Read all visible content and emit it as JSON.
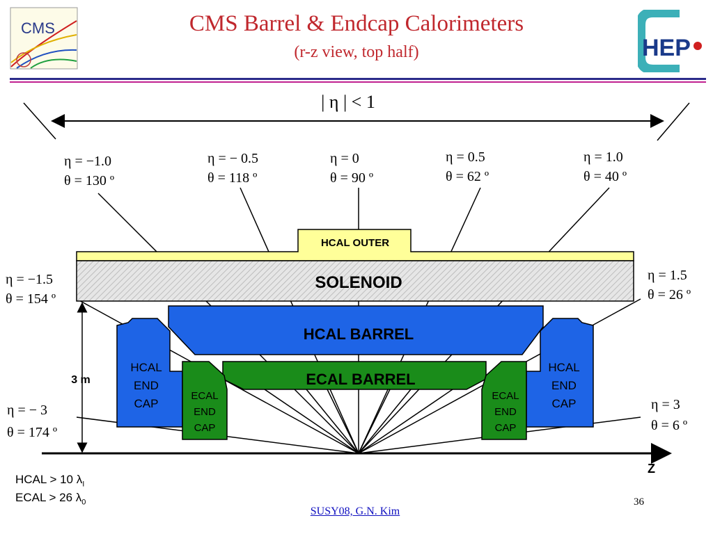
{
  "title": "CMS Barrel & Endcap Calorimeters",
  "subtitle": "(r-z view, top half)",
  "logos": {
    "left_text": "CMS",
    "right_text": "HEP"
  },
  "eta_range_label": "| η | < 1",
  "angles": [
    {
      "eta": "η = −1.0",
      "theta": "θ = 130 º"
    },
    {
      "eta": "η = − 0.5",
      "theta": "θ = 118 º"
    },
    {
      "eta": "η = 0",
      "theta": "θ = 90 º"
    },
    {
      "eta": "η = 0.5",
      "theta": "θ = 62 º"
    },
    {
      "eta": "η = 1.0",
      "theta": "θ = 40 º"
    },
    {
      "eta": "η = −1.5",
      "theta": "θ = 154 º"
    },
    {
      "eta": "η = 1.5",
      "theta": "θ = 26 º"
    },
    {
      "eta": "η = − 3",
      "theta": "θ = 174 º"
    },
    {
      "eta": "η = 3",
      "theta": "θ = 6 º"
    }
  ],
  "components": {
    "hcal_outer": "HCAL  OUTER",
    "solenoid": "SOLENOID",
    "hcal_barrel": "HCAL BARREL",
    "ecal_barrel": "ECAL BARREL",
    "hcal_endcap": [
      "HCAL",
      "END",
      "CAP"
    ],
    "ecal_endcap": [
      "ECAL",
      "END",
      "CAP"
    ]
  },
  "scale_label": "3 m",
  "axis_label": "Z",
  "notes": {
    "hcal": "HCAL > 10 λ",
    "hcal_sub": "I",
    "ecal": "ECAL > 26 λ",
    "ecal_sub": "0"
  },
  "colors": {
    "title": "#c0272d",
    "blue": "#1e64e6",
    "green": "#1a8c1a",
    "yellow": "#ffff99",
    "solenoid": "#d9d9d9",
    "accent_line": "#c02090"
  },
  "footer": "SUSY08, G.N. Kim",
  "page_number": "36"
}
